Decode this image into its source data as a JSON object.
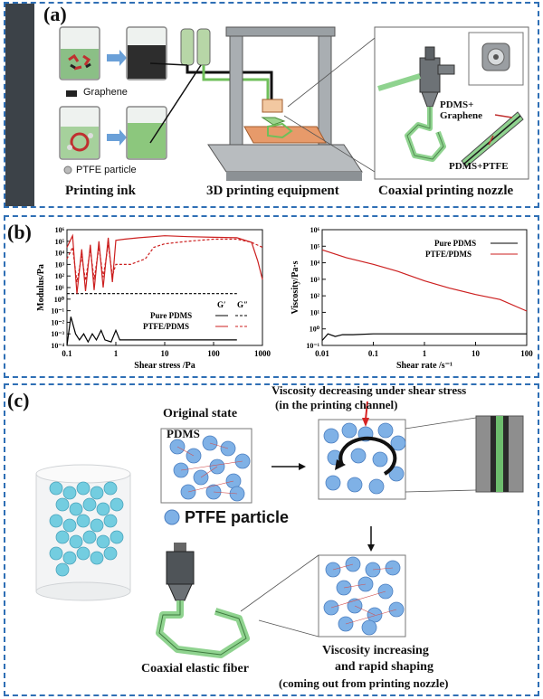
{
  "panel_a": {
    "label": "(a)",
    "graphene_label": "Graphene",
    "ptfe_label": "PTFE particle",
    "printing_ink": "Printing ink",
    "equipment": "3D printing equipment",
    "nozzle": "Coaxial printing nozzle",
    "shell_label_1": "PDMS+",
    "shell_label_2": "Graphene",
    "core_label": "PDMS+PTFE"
  },
  "panel_b": {
    "label": "(b)",
    "chart_data": [
      {
        "type": "line",
        "xlabel": "Shear stress /Pa",
        "ylabel": "Modulus/Pa",
        "xscale": "log",
        "yscale": "log",
        "xlim": [
          0.1,
          1000
        ],
        "ylim": [
          0.0001,
          1000000
        ],
        "xticks": [
          "0.1",
          "1",
          "10",
          "100",
          "1000"
        ],
        "yticks": [
          "10⁻⁴",
          "10⁻³",
          "10⁻²",
          "10⁻¹",
          "10⁰",
          "10¹",
          "10²",
          "10³",
          "10⁴",
          "10⁵",
          "10⁶"
        ],
        "legend_header": [
          "G′",
          "G″"
        ],
        "series": [
          {
            "name": "Pure PDMS",
            "modulus": "G′",
            "color": "#000000",
            "style": "solid",
            "x": [
              0.1,
              0.12,
              0.15,
              0.18,
              0.22,
              0.27,
              0.33,
              0.4,
              0.5,
              0.6,
              0.8,
              1,
              1.2,
              2,
              5,
              10,
              30,
              100,
              300
            ],
            "y": [
              0.0001,
              0.03,
              0.001,
              0.0003,
              0.001,
              0.0002,
              0.001,
              0.0003,
              0.002,
              0.0003,
              0.0002,
              0.002,
              0.0003,
              0.0003,
              0.0003,
              0.0003,
              0.0003,
              0.0003,
              0.0003
            ]
          },
          {
            "name": "Pure PDMS",
            "modulus": "G″",
            "color": "#000000",
            "style": "dashed",
            "x": [
              0.1,
              0.3,
              1,
              10,
              100,
              300
            ],
            "y": [
              3,
              3,
              3,
              3,
              3,
              3
            ]
          },
          {
            "name": "PTFE/PDMS",
            "modulus": "G′",
            "color": "#cc1f1f",
            "style": "solid",
            "x": [
              0.1,
              0.13,
              0.16,
              0.2,
              0.24,
              0.3,
              0.36,
              0.45,
              0.55,
              0.7,
              0.85,
              1,
              1.5,
              3,
              10,
              30,
              100,
              300,
              600,
              800,
              1000
            ],
            "y": [
              30000,
              300000,
              3,
              20000,
              5,
              50000,
              6,
              100000,
              10,
              200000,
              30,
              120000,
              150000,
              200000,
              300000,
              250000,
              220000,
              200000,
              80000,
              2000,
              50
            ]
          },
          {
            "name": "PTFE/PDMS",
            "modulus": "G″",
            "color": "#cc1f1f",
            "style": "dashed",
            "x": [
              0.1,
              0.13,
              0.16,
              0.2,
              0.24,
              0.3,
              0.36,
              0.45,
              0.55,
              0.7,
              0.85,
              1,
              2,
              4,
              6,
              10,
              30,
              100,
              300,
              600,
              1000
            ],
            "y": [
              3000,
              30000,
              30,
              5000,
              40,
              20000,
              50,
              30000,
              80,
              50000,
              100,
              1000,
              1000,
              3000,
              30000,
              60000,
              100000,
              150000,
              150000,
              80000,
              30000
            ]
          }
        ]
      },
      {
        "type": "line",
        "xlabel": "Shear rate /s⁻¹",
        "ylabel": "Viscosity/Pa·s",
        "xscale": "log",
        "yscale": "log",
        "xlim": [
          0.01,
          100
        ],
        "ylim": [
          0.1,
          1000000
        ],
        "xticks": [
          "0.01",
          "0.1",
          "1",
          "10",
          "100"
        ],
        "yticks": [
          "10⁻¹",
          "10⁰",
          "10¹",
          "10²",
          "10³",
          "10⁴",
          "10⁵",
          "10⁶"
        ],
        "series": [
          {
            "name": "Pure PDMS",
            "color": "#000000",
            "x": [
              0.01,
              0.013,
              0.018,
              0.025,
              0.04,
              0.1,
              1,
              10,
              100
            ],
            "y": [
              0.2,
              0.5,
              0.35,
              0.45,
              0.45,
              0.5,
              0.5,
              0.5,
              0.5
            ]
          },
          {
            "name": "PTFE/PDMS",
            "color": "#cc1f1f",
            "x": [
              0.01,
              0.03,
              0.1,
              0.3,
              1,
              3,
              10,
              30,
              100
            ],
            "y": [
              60000,
              20000,
              8000,
              3000,
              800,
              300,
              120,
              60,
              12
            ]
          }
        ]
      }
    ]
  },
  "panel_c": {
    "label": "(c)",
    "original_state": "Original state",
    "pdms": "PDMS",
    "decreasing_1": "Viscosity decreasing under shear stress",
    "decreasing_2": "(in the printing channel)",
    "ptfe_particle": "PTFE particle",
    "fiber": "Coaxial elastic fiber",
    "increasing_1": "Viscosity increasing",
    "increasing_2": "and rapid shaping",
    "increasing_3": "(coming out from printing nozzle)"
  },
  "colors": {
    "panel_border": "#2f6fb5",
    "particle": "#7fb1e6",
    "cyan_particle": "#73cde0",
    "red_curve": "#cc1f1f",
    "green_fiber": "#8fd38f"
  }
}
